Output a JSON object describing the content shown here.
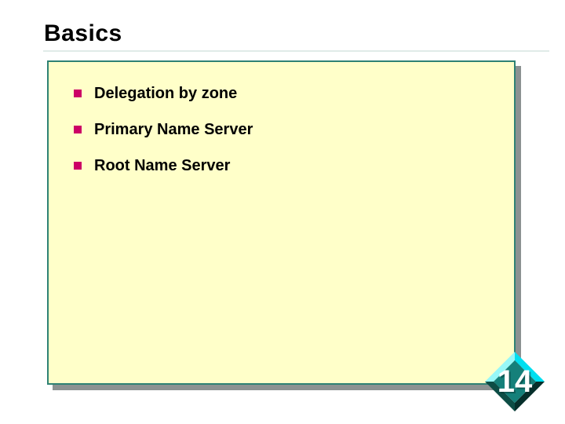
{
  "slide": {
    "title": "Basics",
    "bullets": [
      {
        "label": "Delegation by zone"
      },
      {
        "label": "Primary Name Server"
      },
      {
        "label": "Root Name Server"
      }
    ],
    "page_number": "14",
    "colors": {
      "background": "#ffffff",
      "title_text": "#000000",
      "title_rule": "#e0ebe8",
      "box_fill": "#ffffc9",
      "box_border": "#2e8274",
      "box_shadow": "#8c9292",
      "bullet_marker": "#cc0066",
      "bullet_text": "#000000",
      "badge_face": "#15807a",
      "badge_highlight_left": "#97f8f8",
      "badge_highlight_right": "#00dff0",
      "badge_dark_left": "#0d4d45",
      "badge_dark_right": "#062f2b",
      "badge_number_text": "#ffffff"
    }
  }
}
